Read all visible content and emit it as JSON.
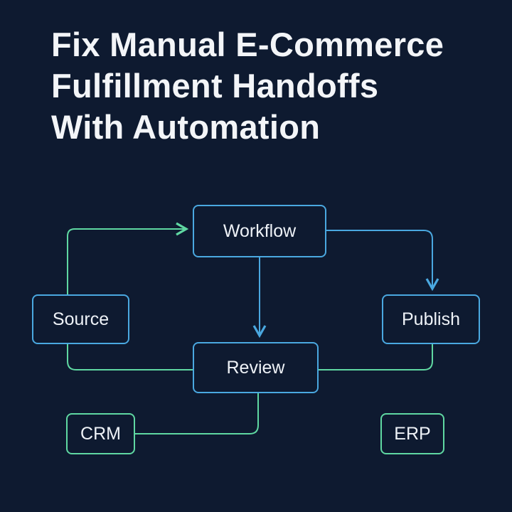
{
  "title": {
    "line1": "Fix Manual E-Commerce",
    "line2": "Fulfillment Handoffs",
    "line3": "With Automation"
  },
  "nodes": {
    "workflow": "Workflow",
    "source": "Source",
    "publish": "Publish",
    "review": "Review",
    "crm": "CRM",
    "erp": "ERP"
  },
  "colors": {
    "background": "#0e1a30",
    "blue_edge": "#4aa8e0",
    "green_edge": "#5fd8a2",
    "text": "#eef2f7"
  }
}
